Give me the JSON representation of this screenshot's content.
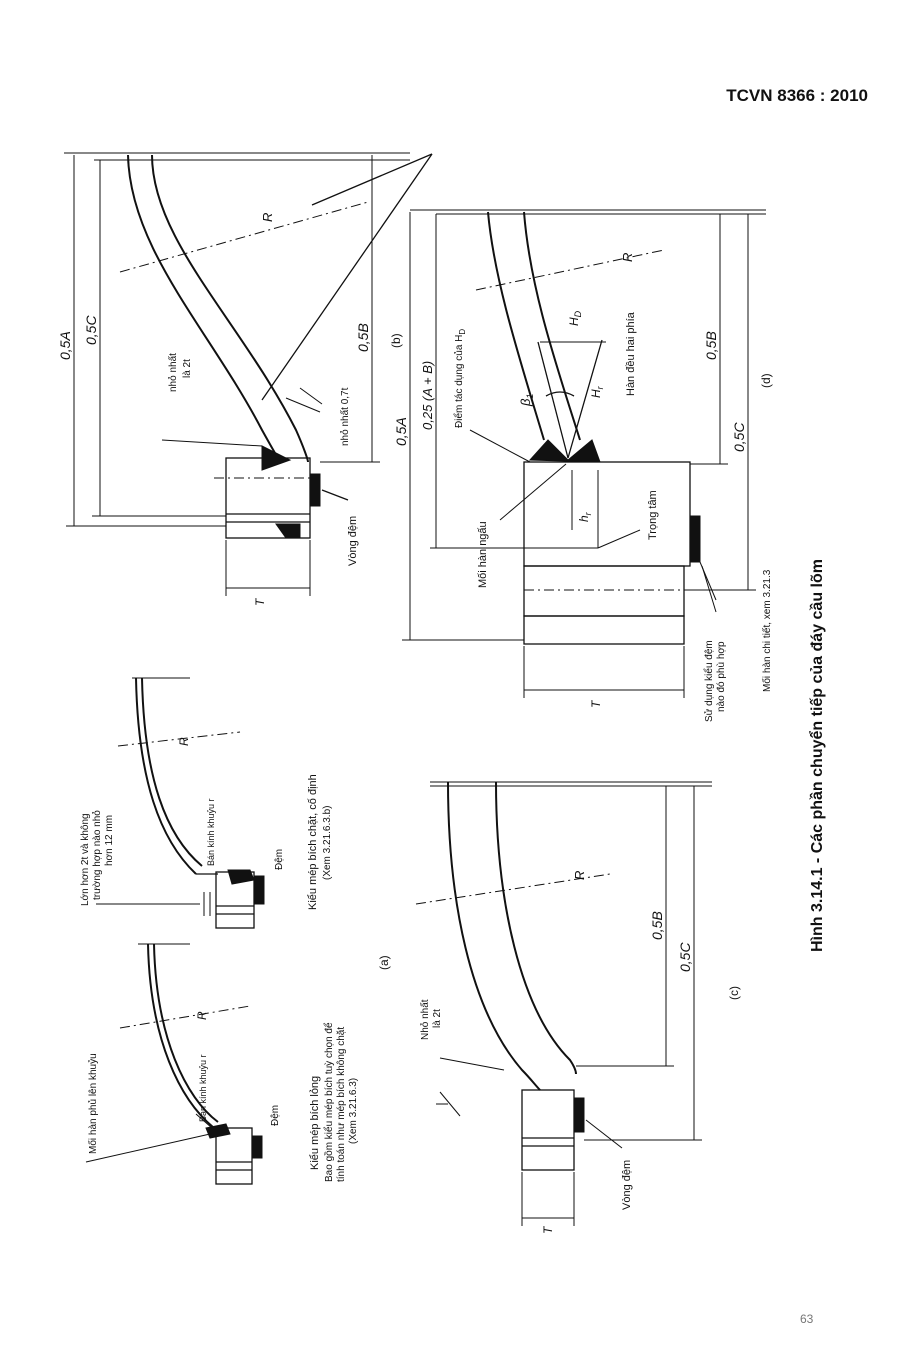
{
  "header": {
    "standard": "TCVN 8366 : 2010"
  },
  "figure_caption": "Hình 3.14.1 - Các phần chuyển tiếp của đáy cầu lõm",
  "panels": {
    "a": {
      "tag": "(a)",
      "left": {
        "weld_note": "Mối hàn phủ lên khuỷu",
        "radius": "R",
        "knuckle": "Bán kính khuỷu r",
        "pad": "Đệm",
        "cap_1": "Kiểu mép bích lỏng",
        "cap_2": "Bao gồm kiểu mép bích tuỳ chọn để",
        "cap_3": "tính toán như mép bích không chặt",
        "cap_4": "(Xem 3.21.6.3)"
      },
      "right": {
        "note_1": "Lớn hơn 2t và không",
        "note_2": "trường hợp nào nhỏ",
        "note_3": "hơn 12 mm",
        "radius": "R",
        "knuckle": "Bán kính khuỷu r",
        "pad": "Đệm",
        "cap_1": "Kiểu mép bích chặt, cố định",
        "cap_2": "(Xem 3.21.6.3.b)"
      }
    },
    "b": {
      "tag": "(b)",
      "dim_05A": "0,5A",
      "dim_05C": "0,5C",
      "dim_05B": "0,5B",
      "radius": "R",
      "min_2t_1": "nhỏ nhất",
      "min_2t_2": "là 2t",
      "min_07t": "nhỏ nhất 0,7t",
      "ring": "Vòng đệm",
      "T": "T"
    },
    "c": {
      "tag": "(c)",
      "min_1": "Nhỏ nhất",
      "min_2": "là 2t",
      "radius": "R",
      "dim_05B": "0,5B",
      "dim_05C": "0,5C",
      "ring": "Vòng đệm",
      "T": "T"
    },
    "d": {
      "tag": "(d)",
      "dim_05A": "0,5A",
      "dim_025": "0,25 (A + B)",
      "point_HD": "Điểm tác dụng của H",
      "sub_D": "D",
      "HD": "H",
      "Hr": "H",
      "sub_r": "r",
      "beta": "β",
      "sub_1": "1",
      "hr": "h",
      "even_weld": "Hàn đều hai phía",
      "radius": "R",
      "dim_05B": "0,5B",
      "dim_05C": "0,5C",
      "root_weld": "Mối hàn ngấu",
      "centroid": "Trọng tâm",
      "pad_note_1": "Sử dụng kiểu đệm",
      "pad_note_2": "nào đó phù hợp",
      "detail_weld": "Mối hàn chi tiết, xem 3.21.3",
      "T": "T"
    }
  },
  "page_number": "63"
}
